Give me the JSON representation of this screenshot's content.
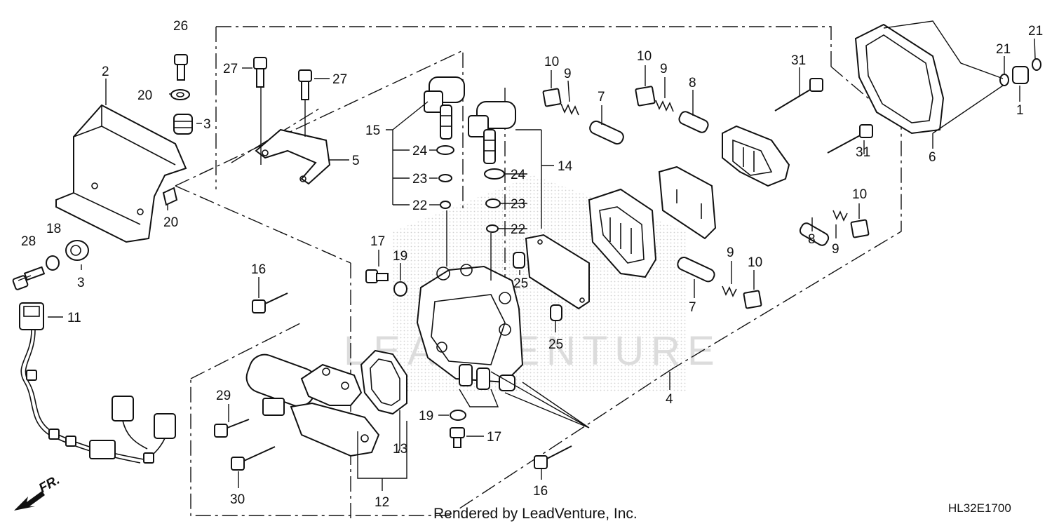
{
  "footer": {
    "credit": "Rendered by LeadVenture, Inc."
  },
  "diagram_code": "HL32E1700",
  "watermark": "LEADVENTURE",
  "direction": {
    "label": "FR."
  },
  "callouts": [
    {
      "id": "c26",
      "text": "26"
    },
    {
      "id": "c2",
      "text": "2"
    },
    {
      "id": "c20a",
      "text": "20"
    },
    {
      "id": "c3a",
      "text": "3"
    },
    {
      "id": "c20b",
      "text": "20"
    },
    {
      "id": "c28",
      "text": "28"
    },
    {
      "id": "c18",
      "text": "18"
    },
    {
      "id": "c3b",
      "text": "3"
    },
    {
      "id": "c11",
      "text": "11"
    },
    {
      "id": "c27a",
      "text": "27"
    },
    {
      "id": "c27b",
      "text": "27"
    },
    {
      "id": "c5",
      "text": "5"
    },
    {
      "id": "c15",
      "text": "15"
    },
    {
      "id": "c24a",
      "text": "24"
    },
    {
      "id": "c23a",
      "text": "23"
    },
    {
      "id": "c22a",
      "text": "22"
    },
    {
      "id": "c14",
      "text": "14"
    },
    {
      "id": "c24b",
      "text": "24"
    },
    {
      "id": "c23b",
      "text": "23"
    },
    {
      "id": "c22b",
      "text": "22"
    },
    {
      "id": "c10a",
      "text": "10"
    },
    {
      "id": "c9a",
      "text": "9"
    },
    {
      "id": "c7a",
      "text": "7"
    },
    {
      "id": "c10b",
      "text": "10"
    },
    {
      "id": "c9b",
      "text": "9"
    },
    {
      "id": "c8a",
      "text": "8"
    },
    {
      "id": "c31a",
      "text": "31"
    },
    {
      "id": "c31b",
      "text": "31"
    },
    {
      "id": "c21a",
      "text": "21"
    },
    {
      "id": "c21b",
      "text": "21"
    },
    {
      "id": "c1",
      "text": "1"
    },
    {
      "id": "c6",
      "text": "6"
    },
    {
      "id": "c10c",
      "text": "10"
    },
    {
      "id": "c8b",
      "text": "8"
    },
    {
      "id": "c9c",
      "text": "9"
    },
    {
      "id": "c9d",
      "text": "9"
    },
    {
      "id": "c10d",
      "text": "10"
    },
    {
      "id": "c7b",
      "text": "7"
    },
    {
      "id": "c25a",
      "text": "25"
    },
    {
      "id": "c25b",
      "text": "25"
    },
    {
      "id": "c17a",
      "text": "17"
    },
    {
      "id": "c19a",
      "text": "19"
    },
    {
      "id": "c16a",
      "text": "16"
    },
    {
      "id": "c4",
      "text": "4"
    },
    {
      "id": "c29",
      "text": "29"
    },
    {
      "id": "c13",
      "text": "13"
    },
    {
      "id": "c19b",
      "text": "19"
    },
    {
      "id": "c17b",
      "text": "17"
    },
    {
      "id": "c30",
      "text": "30"
    },
    {
      "id": "c12",
      "text": "12"
    },
    {
      "id": "c16b",
      "text": "16"
    }
  ]
}
